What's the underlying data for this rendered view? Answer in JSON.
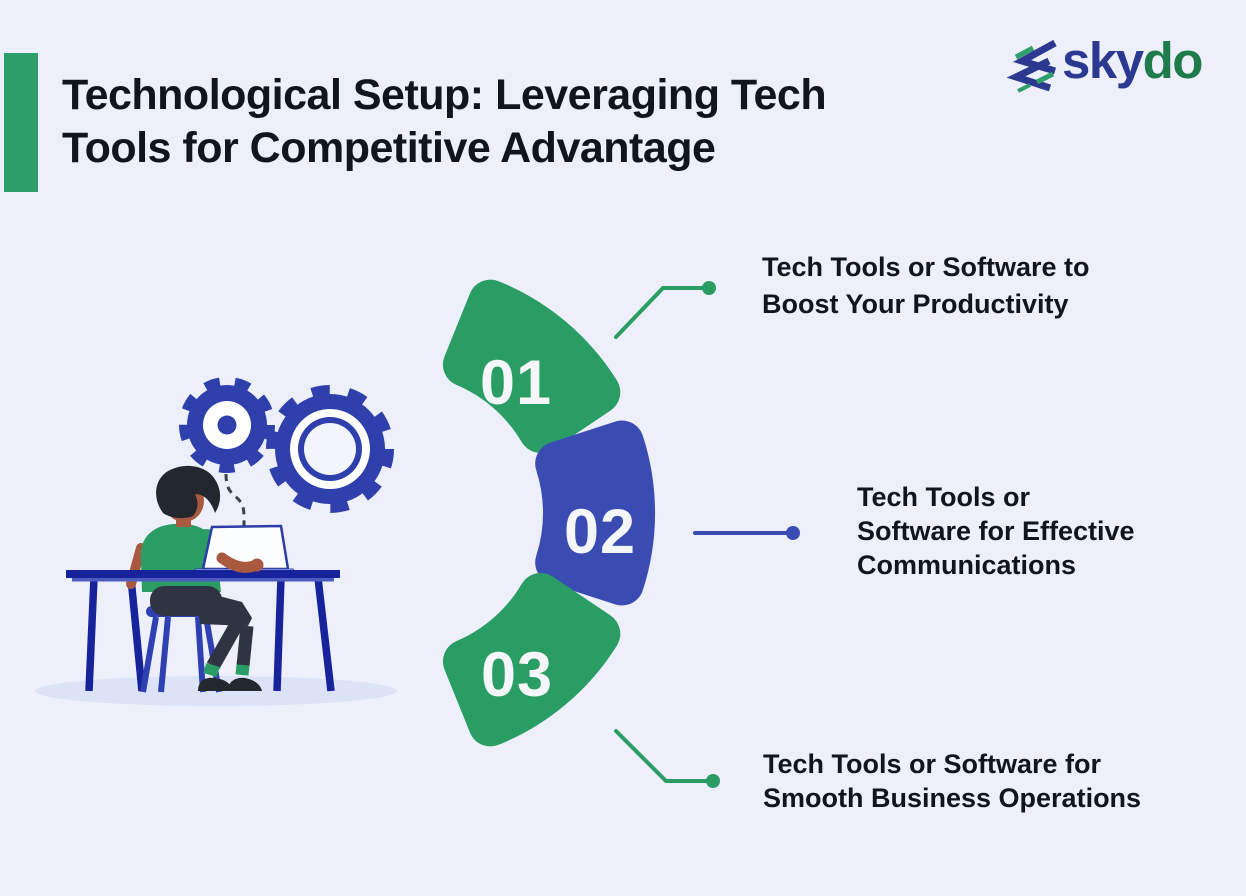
{
  "page": {
    "background": "#EDF0FA",
    "text_color": "#10151F"
  },
  "header": {
    "accent_color": "#2E9E6B",
    "title": "Technological Setup: Leveraging Tech\nTools for Competitive Advantage"
  },
  "logo": {
    "part1": "sky",
    "part2": "do",
    "part1_color": "#2B3990",
    "part2_color": "#1E7B4B",
    "icon_blue": "#2B3990",
    "icon_green": "#2E9E6B"
  },
  "steps": [
    {
      "number": "01",
      "color": "#2A9D64",
      "label": "Tech Tools or Software to\nBoost Your Productivity"
    },
    {
      "number": "02",
      "color": "#3A4CB2",
      "label": "Tech Tools or\nSoftware for Effective\nCommunications"
    },
    {
      "number": "03",
      "color": "#2A9D64",
      "label": "Tech Tools or Software for\nSmooth Business Operations"
    }
  ],
  "step_number_color": "#F4F6FA",
  "illustration": {
    "gear_color": "#2F3FAC",
    "desk_color": "#17239B",
    "desk_highlight": "#4C5CC0",
    "stool_color": "#2E40B2",
    "shirt_color": "#2A9D64",
    "skin_color": "#A8593F",
    "pants_color": "#2E3442",
    "hair_color": "#23272E",
    "shadow_color": "#DCE3F7",
    "laptop_fill": "#FCFDFF",
    "laptop_edge": "#2B3BA8",
    "dashed_line_color": "#3A414B"
  }
}
